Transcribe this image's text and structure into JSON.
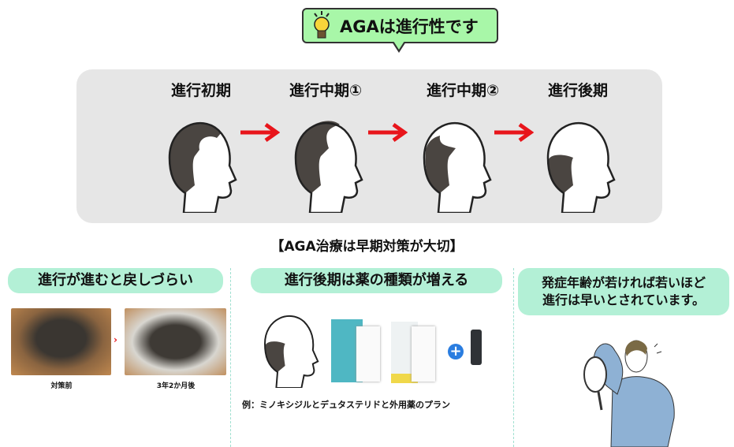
{
  "header": {
    "title": "AGAは進行性です",
    "icon": "lightbulb-icon"
  },
  "stages": [
    {
      "label": "進行初期"
    },
    {
      "label": "進行中期①"
    },
    {
      "label": "進行中期②"
    },
    {
      "label": "進行後期"
    }
  ],
  "subtitle": "【AGA治療は早期対策が大切】",
  "columns": [
    {
      "title": "進行が進むと戻しづらい",
      "captions": [
        "対策前",
        "3年2か月後"
      ]
    },
    {
      "title": "進行後期は薬の種類が増える",
      "caption": "例：ミノキシジルとデュタステリドと外用薬のプラン"
    },
    {
      "title_line1": "発症年齢が若ければ若いほど",
      "title_line2": "進行は早いとされています。"
    }
  ],
  "colors": {
    "bubble": "#a8f7a8",
    "pill": "#b3f0d6",
    "arrow": "#e8151b",
    "hair": "#4a4541"
  }
}
